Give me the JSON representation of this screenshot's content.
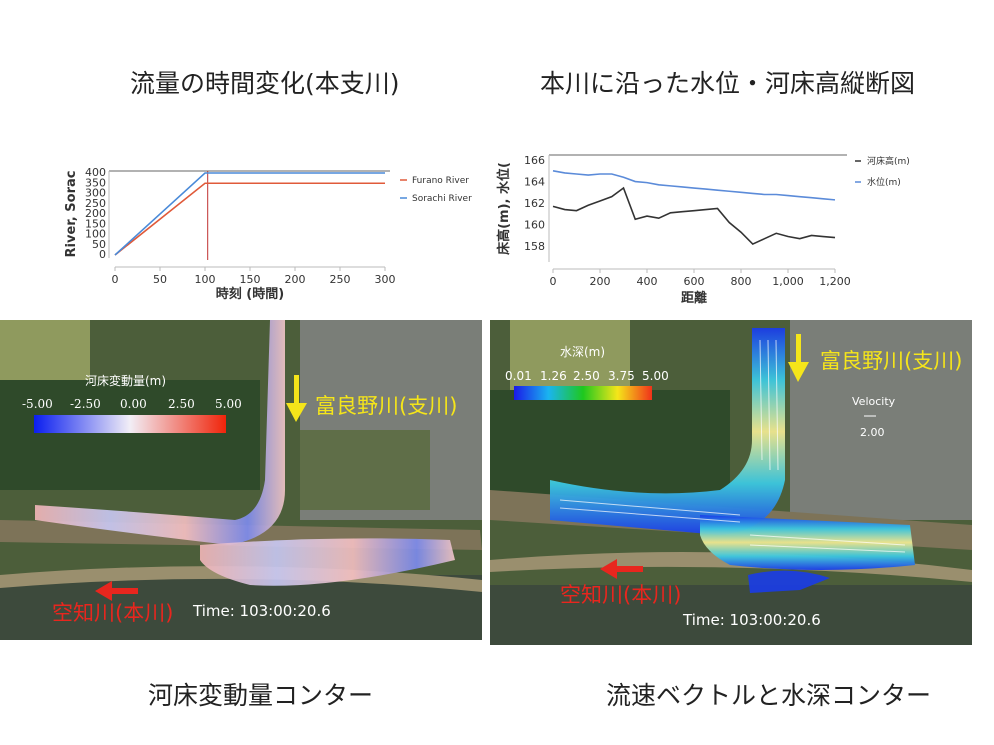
{
  "titles": {
    "top_left": "流量の時間変化(本支川)",
    "top_right": "本川に沿った水位・河床高縦断図",
    "bottom_left": "河床変動量コンター",
    "bottom_right": "流速ベクトルと水深コンター"
  },
  "chart_data": [
    {
      "type": "line",
      "title": "流量の時間変化(本支川)",
      "xlabel": "時刻 (時間)",
      "ylabel": "River, Sorac",
      "xlim": [
        0,
        300
      ],
      "ylim": [
        0,
        400
      ],
      "xticks": [
        0,
        50,
        100,
        150,
        200,
        250,
        300
      ],
      "yticks": [
        0,
        50,
        100,
        150,
        200,
        250,
        300,
        350,
        400
      ],
      "x": [
        0,
        100,
        300
      ],
      "series": [
        {
          "name": "Furano River",
          "color": "#e05a3a",
          "values": [
            0,
            350,
            350
          ]
        },
        {
          "name": "Sorachi River",
          "color": "#4a8ad8",
          "values": [
            0,
            400,
            400
          ]
        }
      ],
      "annotations": [
        {
          "type": "vertical-line",
          "x": 103,
          "color": "#c03030"
        }
      ],
      "legend_position": "right"
    },
    {
      "type": "line",
      "title": "本川に沿った水位・河床高縦断図",
      "xlabel": "距離",
      "ylabel": "床高(m), 水位(",
      "xlim": [
        0,
        1200
      ],
      "ylim": [
        157,
        166
      ],
      "xticks": [
        "0",
        "200",
        "400",
        "600",
        "800",
        "1,000",
        "1,200"
      ],
      "yticks": [
        158,
        160,
        162,
        164,
        166
      ],
      "x": [
        0,
        50,
        100,
        150,
        200,
        250,
        300,
        350,
        400,
        450,
        500,
        550,
        600,
        650,
        700,
        750,
        800,
        850,
        900,
        950,
        1000,
        1050,
        1100,
        1150,
        1200
      ],
      "series": [
        {
          "name": "河床高(m)",
          "color": "#333333",
          "values": [
            161.7,
            161.4,
            161.3,
            161.8,
            162.2,
            162.6,
            163.4,
            160.5,
            160.8,
            160.6,
            161.1,
            161.2,
            161.3,
            161.4,
            161.5,
            160.2,
            159.3,
            158.2,
            158.7,
            159.2,
            158.9,
            158.7,
            159.0,
            158.9,
            158.8
          ]
        },
        {
          "name": "水位(m)",
          "color": "#5b8bd9",
          "values": [
            165.0,
            164.8,
            164.7,
            164.6,
            164.7,
            164.7,
            164.4,
            164.0,
            163.9,
            163.7,
            163.6,
            163.5,
            163.4,
            163.3,
            163.2,
            163.1,
            163.0,
            162.9,
            162.8,
            162.8,
            162.7,
            162.6,
            162.5,
            162.4,
            162.3
          ]
        }
      ],
      "legend_position": "right"
    }
  ],
  "maps": {
    "left": {
      "colorbar_title": "河床変動量(m)",
      "colorbar_ticks": [
        "-5.00",
        "-2.50",
        "0.00",
        "2.50",
        "5.00"
      ],
      "tributary_label": "富良野川(支川)",
      "main_label": "空知川(本川)",
      "time": "Time: 103:00:20.6"
    },
    "right": {
      "colorbar_title": "水深(m)",
      "colorbar_ticks": [
        "0.01",
        "1.26",
        "2.50",
        "3.75",
        "5.00"
      ],
      "tributary_label": "富良野川(支川)",
      "main_label": "空知川(本川)",
      "velocity_label": "Velocity",
      "velocity_value": "2.00",
      "time": "Time: 103:00:20.6"
    }
  },
  "colors": {
    "tributary_label": "#f5e51a",
    "main_label": "#e8261e",
    "furano": "#e05a3a",
    "sorachi": "#4a8ad8"
  }
}
